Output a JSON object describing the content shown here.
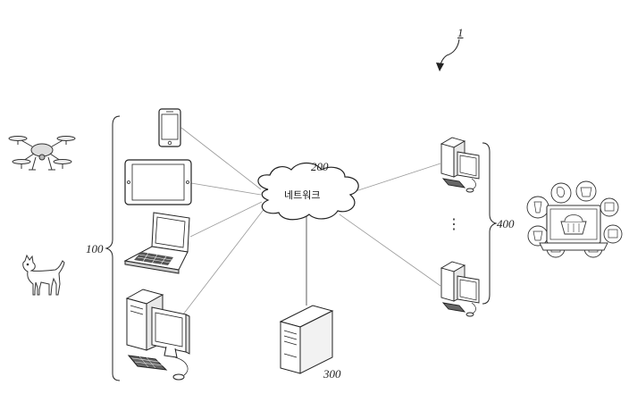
{
  "labels": {
    "system": "1",
    "network_ref": "200",
    "network_name": "네트워크",
    "devices_group": "100",
    "server": "300",
    "clients_group": "400",
    "ellipsis": "⋮"
  }
}
